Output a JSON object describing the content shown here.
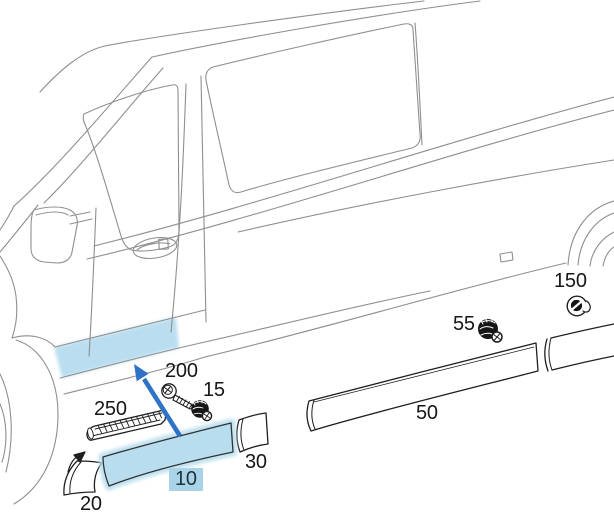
{
  "diagram": {
    "selected_part": "10",
    "colors": {
      "highlight": "#b7ddef",
      "selected_label_bg": "#a9d3e6",
      "arrow": "#2e73c6",
      "outline": "#8f8f8f",
      "part_outline": "#1f1f1f"
    },
    "callouts": {
      "c10": {
        "label": "10",
        "selected": true
      },
      "c15": {
        "label": "15",
        "icon": "clip-icon"
      },
      "c20": {
        "label": "20"
      },
      "c30": {
        "label": "30"
      },
      "c50": {
        "label": "50"
      },
      "c55": {
        "label": "55",
        "icon": "clip-icon"
      },
      "c150": {
        "label": "150",
        "icon": "grommet-icon"
      },
      "c200": {
        "label": "200",
        "icon": "screw-icon"
      },
      "c250": {
        "label": "250"
      }
    }
  }
}
